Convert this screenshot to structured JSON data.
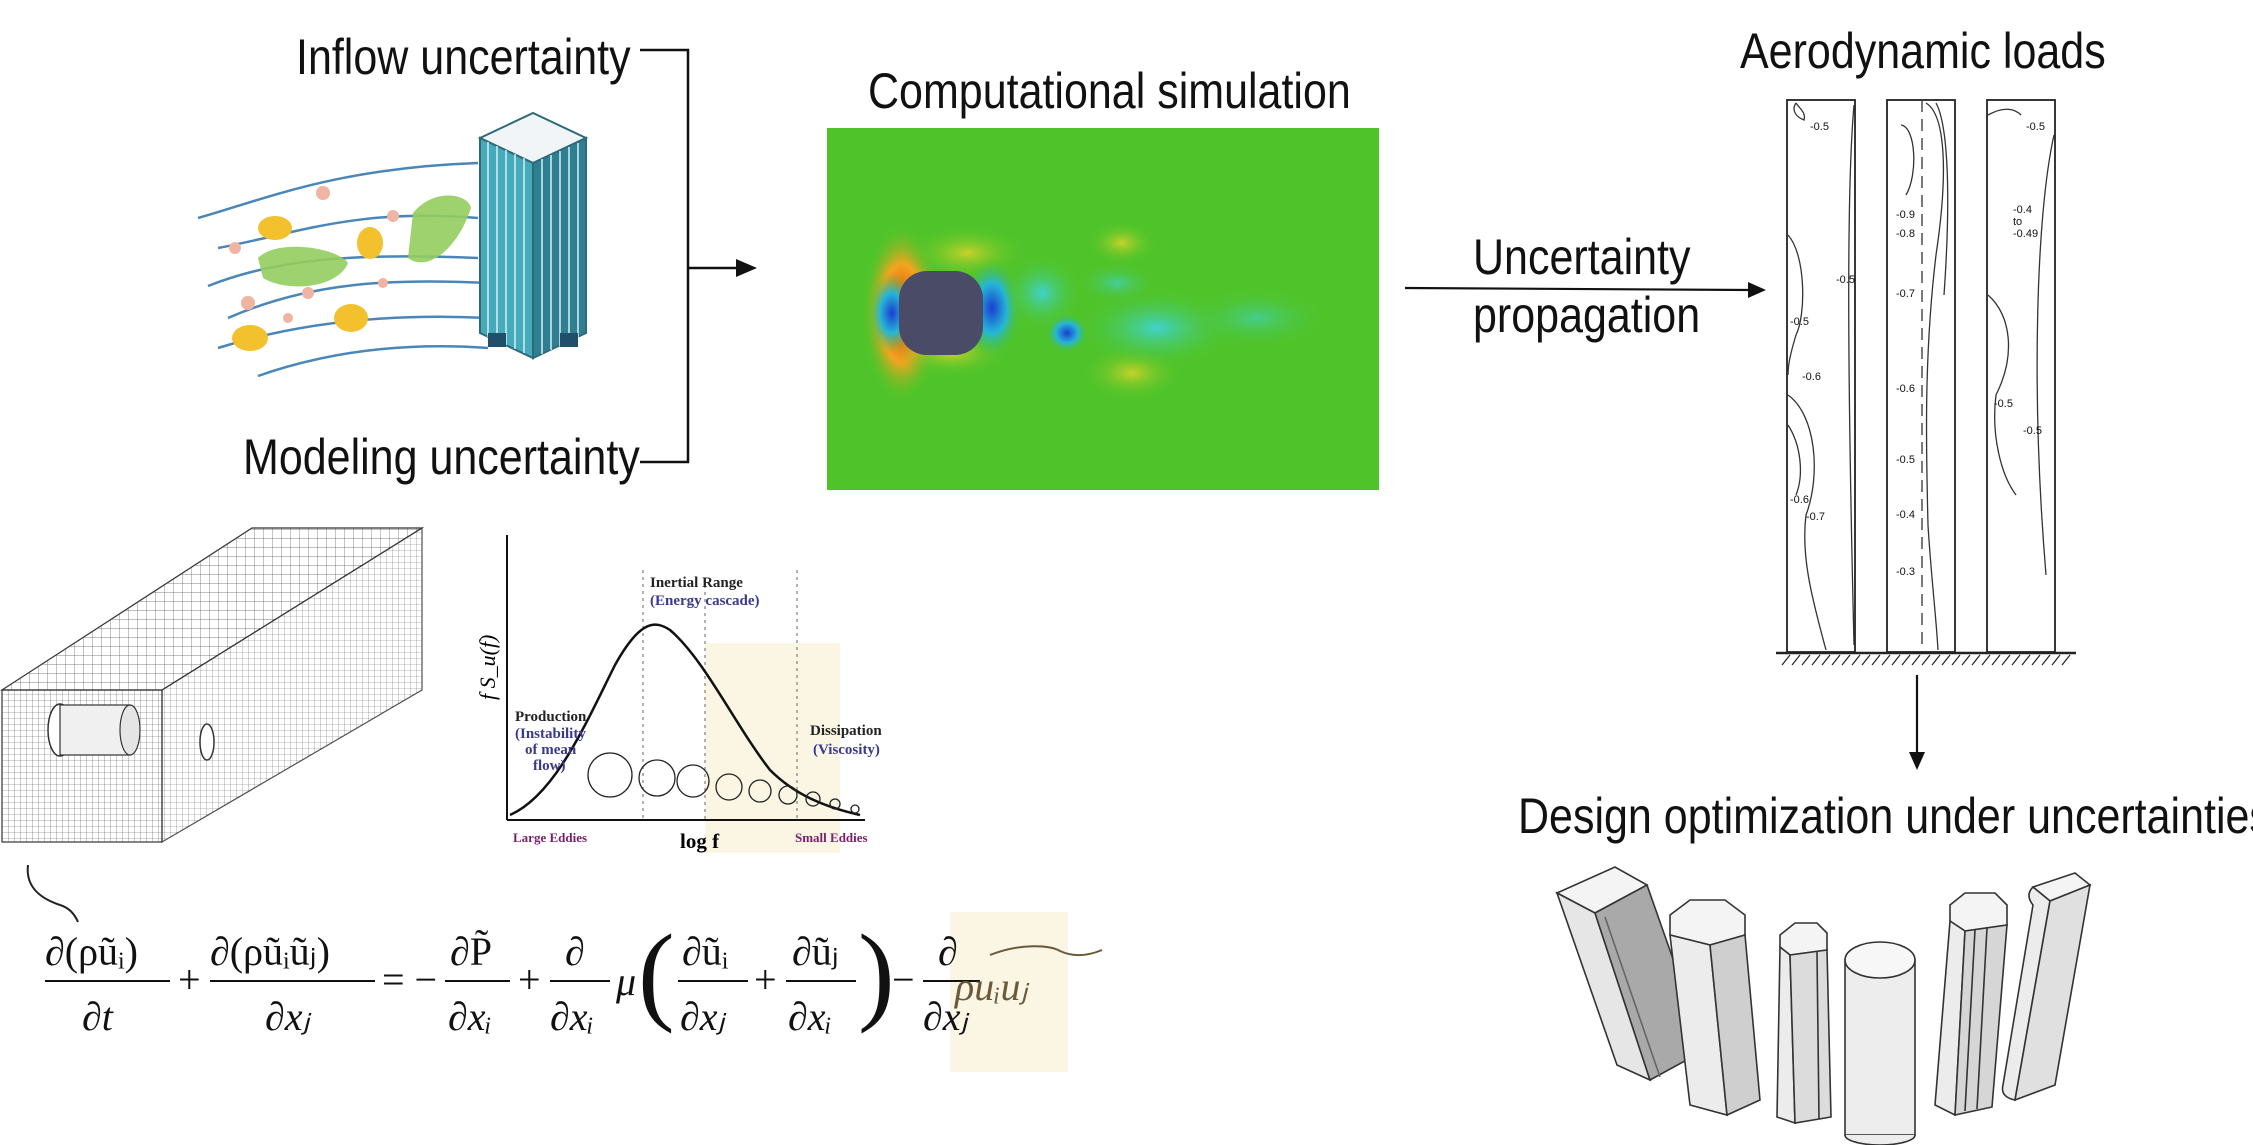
{
  "labels": {
    "inflow": "Inflow uncertainty",
    "modeling": "Modeling uncertainty",
    "simulation": "Computational simulation",
    "propagation_line1": "Uncertainty",
    "propagation_line2": "propagation",
    "loads": "Aerodynamic loads",
    "design": "Design optimization under uncertainties"
  },
  "spectrum": {
    "ylabel": "f S_u(f)",
    "xlabel": "log f",
    "inertial_title": "Inertial Range",
    "inertial_sub": "(Energy cascade)",
    "production_title": "Production",
    "production_sub1": "(Instability",
    "production_sub2": "of mean",
    "production_sub3": "flow)",
    "dissipation_title": "Dissipation",
    "dissipation_sub": "(Viscosity)",
    "large_eddies": "Large Eddies",
    "small_eddies": "Small Eddies"
  },
  "contours": {
    "panel1": [
      "-0.5",
      "-0.5",
      "-0.5",
      "-0.6",
      "-0.6",
      "-0.7"
    ],
    "panel2": [
      "-0.9",
      "-0.8",
      "-0.7",
      "-0.6",
      "-0.5",
      "-0.4",
      "-0.3"
    ],
    "panel3": [
      "-0.5",
      "-0.4",
      "to",
      "-0.49",
      "-0.5",
      "-0.5"
    ]
  },
  "equation": {
    "lhs1_num": "∂(ρũᵢ)",
    "lhs1_den": "∂t",
    "lhs2_num": "∂(ρũᵢũⱼ)",
    "lhs2_den": "∂xⱼ",
    "rhs1_num": "∂P̃",
    "rhs1_den": "∂xᵢ",
    "rhs2_num": "∂",
    "rhs2_den": "∂xᵢ",
    "mu": "μ",
    "rhs3_num": "∂ũᵢ",
    "rhs3_den": "∂xⱼ",
    "rhs4_num": "∂ũⱼ",
    "rhs4_den": "∂xᵢ",
    "rhs5_num": "∂",
    "rhs5_den": "∂xⱼ",
    "reynolds": "ρuᵢuⱼ"
  },
  "colors": {
    "flow_green": "#4fc42a",
    "building_teal": "#3fa7b8",
    "highlight": "#fbf5e4"
  }
}
